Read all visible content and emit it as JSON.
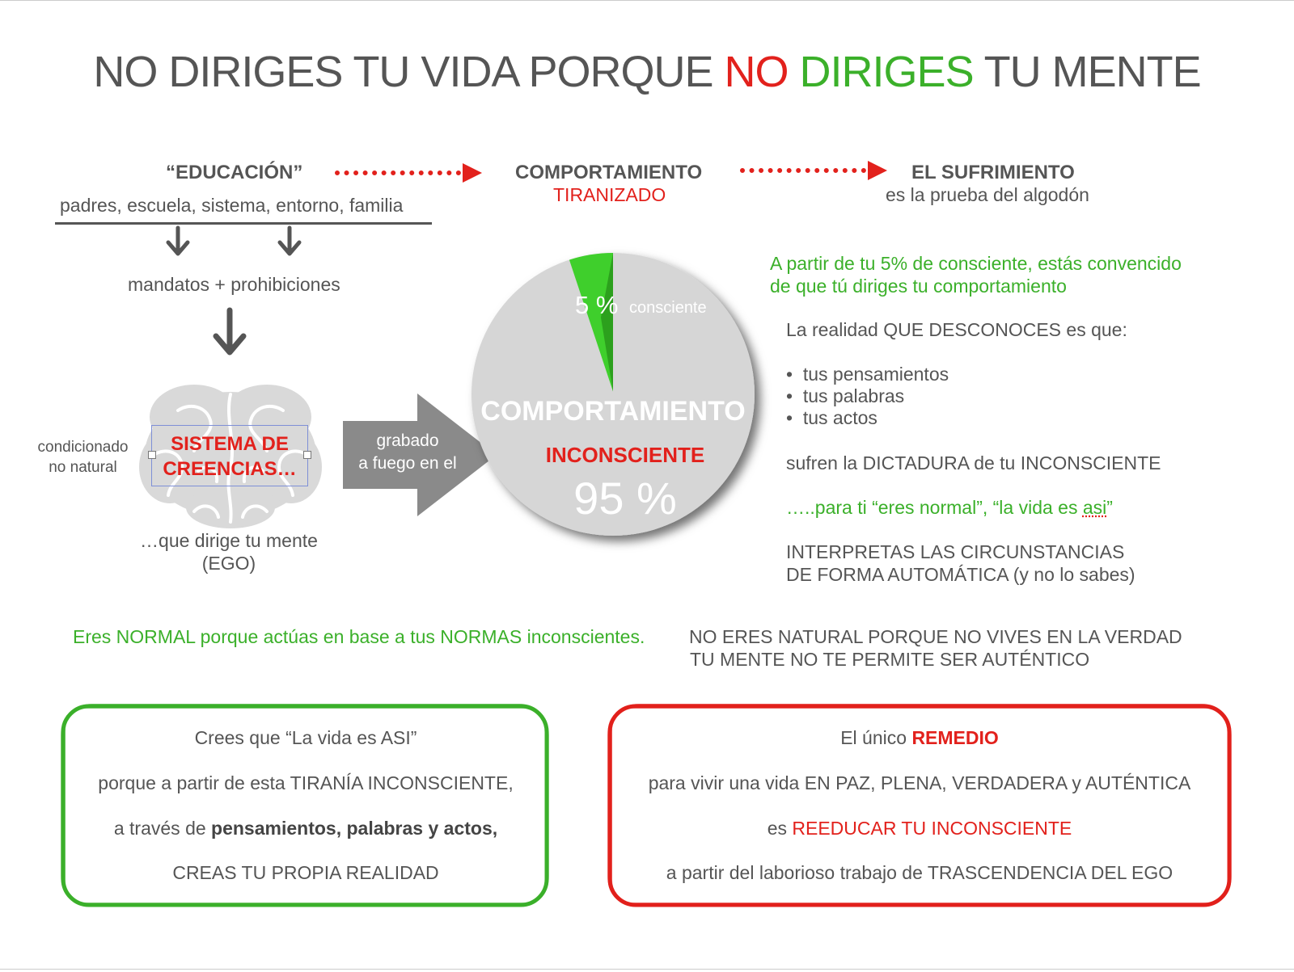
{
  "title": {
    "part1": "NO DIRIGES TU VIDA PORQUE ",
    "part2": "NO",
    "part3": "DIRIGES",
    "part4": " TU MENTE"
  },
  "flow": {
    "educacion": "“EDUCACIÓN”",
    "educacion_sub": "padres, escuela, sistema, entorno, familia",
    "comportamiento": "COMPORTAMIENTO",
    "tiranizado": "TIRANIZADO",
    "sufrimiento": "EL SUFRIMIENTO",
    "sufrimiento_sub": "es la prueba del algodón"
  },
  "left": {
    "mandatos": "mandatos + prohibiciones",
    "condicionado_1": "condicionado",
    "condicionado_2": "no natural",
    "sistema_1": "SISTEMA DE",
    "sistema_2": "CREENCIAS…",
    "dirige_1": "…que dirige tu mente",
    "dirige_2": "(EGO)",
    "grabado_1": "grabado",
    "grabado_2": "a fuego en el"
  },
  "pie": {
    "conscious_value": 5,
    "unconscious_value": 95,
    "conscious_label_value": "5 %",
    "conscious_label_text": "consciente",
    "comportamiento": "COMPORTAMIENTO",
    "inconsciente": "INCONSCIENTE",
    "unconscious_label_value": "95 %",
    "colors": {
      "conscious": "#3fcf2c",
      "unconscious": "#d6d6d6"
    }
  },
  "right": {
    "green_1": "A partir de tu 5% de consciente, estás convencido",
    "green_2": "de que tú diriges tu comportamiento",
    "realidad": "La realidad QUE DESCONOCES es que:",
    "bullets": [
      "tus pensamientos",
      "tus palabras",
      "tus actos"
    ],
    "dictadura": "sufren la DICTADURA de tu INCONSCIENTE",
    "normal_pre": "…..para ti “eres normal”, “la vida es ",
    "normal_asi": "asi",
    "normal_post": "”",
    "interpretas_1": "INTERPRETAS LAS CIRCUNSTANCIAS",
    "interpretas_2": "DE FORMA AUTOMÁTICA (y no lo sabes)"
  },
  "middle": {
    "normal_green": "Eres NORMAL porque actúas en base a tus NORMAS inconscientes.",
    "natural_1": "NO ERES NATURAL PORQUE NO VIVES EN LA VERDAD",
    "natural_2": "TU MENTE NO TE PERMITE SER AUTÉNTICO"
  },
  "green_box": {
    "line1": "Crees que “La vida es ASI”",
    "line2": "porque a partir de esta TIRANÍA INCONSCIENTE,",
    "line3_pre": "a través de ",
    "line3_bold": "pensamientos, palabras y actos,",
    "line4": "CREAS TU PROPIA REALIDAD"
  },
  "red_box": {
    "line1_pre": "El único ",
    "line1_bold": "REMEDIO",
    "line2": "para vivir una vida EN PAZ, PLENA, VERDADERA y AUTÉNTICA",
    "line3_pre": "es ",
    "line3_red": "REEDUCAR TU INCONSCIENTE",
    "line4": "a partir del laborioso trabajo de TRASCENDENCIA DEL EGO"
  },
  "colors": {
    "red": "#e2211c",
    "green": "#3bb02a",
    "text": "#555555",
    "gray_shape": "#8a8a8a"
  }
}
